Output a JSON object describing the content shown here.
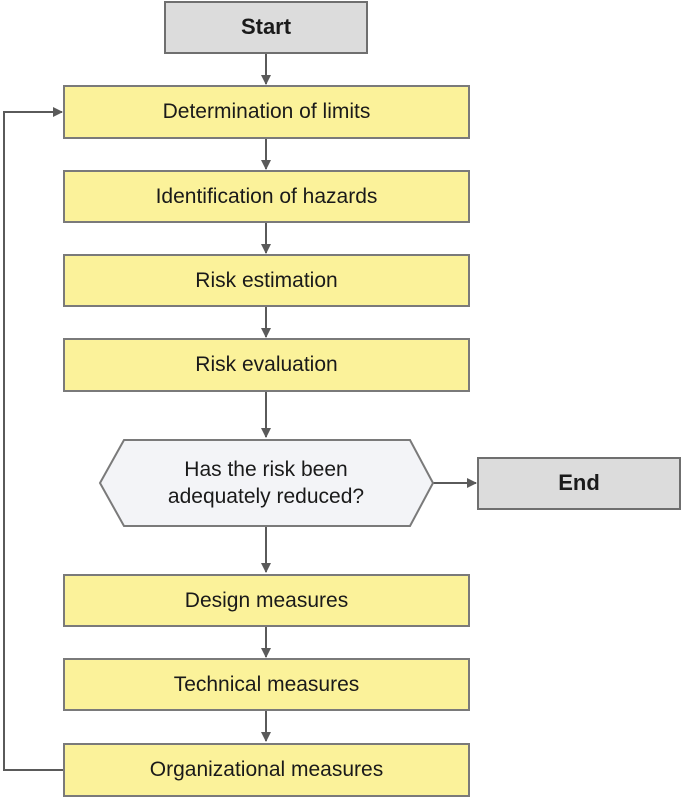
{
  "colors": {
    "terminal_fill": "#dcdcdc",
    "step_fill": "#fbf29a",
    "decision_fill": "#f3f4f7",
    "border": "#7a7a7a",
    "connector": "#5a5a5a"
  },
  "flowchart": {
    "start": "Start",
    "end": "End",
    "steps": [
      "Determination of limits",
      "Identification of hazards",
      "Risk estimation",
      "Risk evaluation"
    ],
    "decision": {
      "line1": "Has the risk been",
      "line2": "adequately reduced?"
    },
    "measures": [
      "Design measures",
      "Technical measures",
      "Organizational measures"
    ]
  }
}
